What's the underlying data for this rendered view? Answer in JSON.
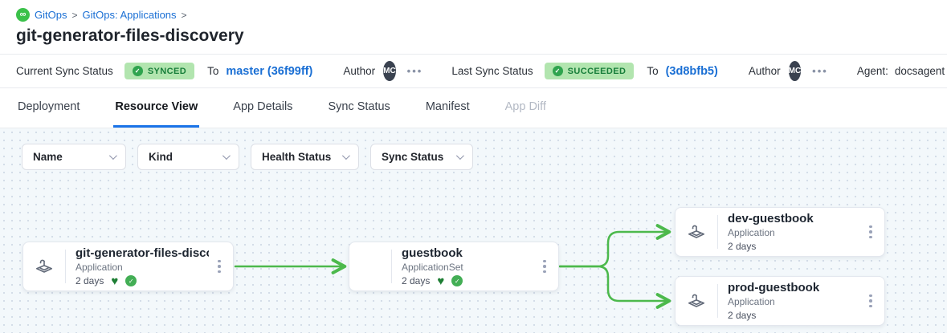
{
  "breadcrumb": {
    "items": [
      "GitOps",
      "GitOps: Applications"
    ],
    "separator": ">"
  },
  "title": "git-generator-files-discovery",
  "status_bar": {
    "current": {
      "label": "Current Sync Status",
      "badge": "SYNCED",
      "to_label": "To",
      "revision": "master (36f99ff)",
      "author_label": "Author",
      "author_initials": "MC"
    },
    "last": {
      "label": "Last Sync Status",
      "badge": "SUCCEEDED",
      "to_label": "To",
      "revision": "(3d8bfb5)",
      "author_label": "Author",
      "author_initials": "MC"
    },
    "agent_label": "Agent:",
    "agent_value": "docsagent"
  },
  "tabs": [
    {
      "label": "Deployment",
      "state": "default"
    },
    {
      "label": "Resource View",
      "state": "active"
    },
    {
      "label": "App Details",
      "state": "default"
    },
    {
      "label": "Sync Status",
      "state": "default"
    },
    {
      "label": "Manifest",
      "state": "default"
    },
    {
      "label": "App Diff",
      "state": "disabled"
    }
  ],
  "filters": [
    {
      "label": "Name"
    },
    {
      "label": "Kind"
    },
    {
      "label": "Health Status"
    },
    {
      "label": "Sync Status"
    }
  ],
  "graph": {
    "nodes": [
      {
        "title": "git-generator-files-disco...",
        "kind": "Application",
        "age": "2 days",
        "healthy": true,
        "synced": true
      },
      {
        "title": "guestbook",
        "kind": "ApplicationSet",
        "age": "2 days",
        "healthy": true,
        "synced": true
      },
      {
        "title": "dev-guestbook",
        "kind": "Application",
        "age": "2 days",
        "healthy": false,
        "synced": false
      },
      {
        "title": "prod-guestbook",
        "kind": "Application",
        "age": "2 days",
        "healthy": false,
        "synced": false
      }
    ]
  },
  "icons": {
    "logo_infinity": "∞",
    "check": "✓",
    "heart": "♥",
    "ellipsis": "•••",
    "kebab_menu": "vertical-three-dots",
    "chevron_down": "css-shape",
    "app_resource": "argo-application-glyph"
  },
  "colors": {
    "accent_blue": "#1a6fd4",
    "tab_underline": "#1a73e8",
    "edge_green": "#4cb94c",
    "badge_bg": "#b2e5af",
    "badge_text": "#177e3a",
    "health_heart": "#1e7e34",
    "health_check": "#43ae55",
    "canvas_bg": "#f3f8fb"
  }
}
